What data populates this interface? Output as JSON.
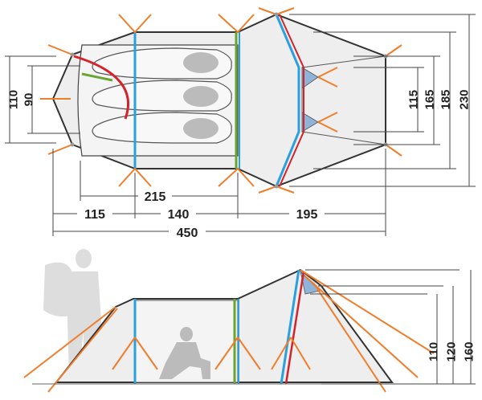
{
  "top_view": {
    "widths": {
      "inner_tent": "215",
      "sleeping_area": "140",
      "vestibule_front": "115",
      "vestibule_rear": "195",
      "total": "450"
    },
    "heights_left": {
      "outer": "110",
      "inner": "90"
    },
    "heights_right": {
      "a": "115",
      "b": "165",
      "c": "185",
      "d": "230"
    }
  },
  "side_view": {
    "heights": {
      "a": "110",
      "b": "120",
      "c": "160"
    }
  },
  "colors": {
    "pole_blue": "#2aa0de",
    "pole_green": "#6aa431",
    "pole_red": "#d6222a",
    "guyline_orange": "#f07d2a",
    "fly_fill": "#ececec",
    "window_blue": "#8fb3d9"
  }
}
